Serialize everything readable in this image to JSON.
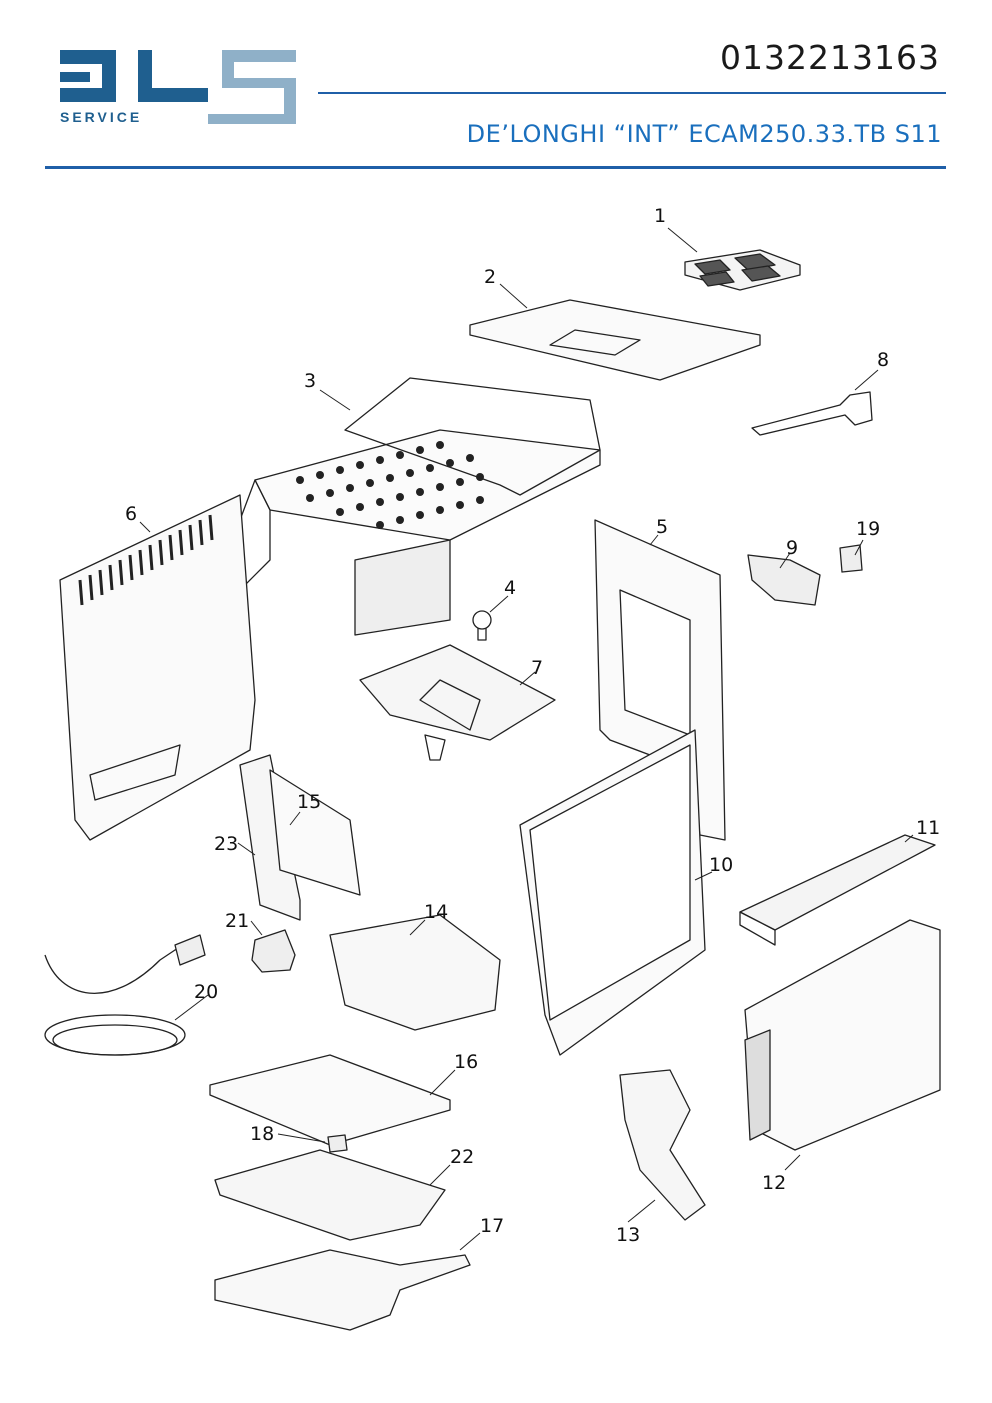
{
  "brand": {
    "logo_text": "DLS",
    "tagline": "SERVICE",
    "primary_color": "#1f5f8f",
    "accent_color": "#8fb0c8"
  },
  "header": {
    "doc_number": "0132213163",
    "model_title": "DE’LONGHI  “INT”  ECAM250.33.TB  S11",
    "rule_color": "#1f5fa8",
    "title_color": "#1a6fbd"
  },
  "callouts": [
    "1",
    "2",
    "3",
    "4",
    "5",
    "6",
    "7",
    "8",
    "9",
    "10",
    "11",
    "12",
    "13",
    "14",
    "15",
    "16",
    "17",
    "18",
    "19",
    "20",
    "21",
    "22",
    "23"
  ]
}
